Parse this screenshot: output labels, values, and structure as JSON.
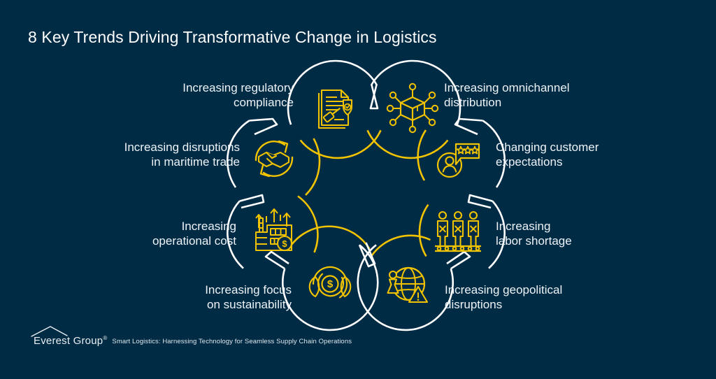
{
  "slide": {
    "title": "8 Key Trends Driving Transformative Change in Logistics",
    "background_color": "#002b45",
    "accent_color": "#f2c300",
    "line_color": "#ffffff",
    "text_color": "#eef3f7"
  },
  "diagram": {
    "type": "circular-cycle",
    "node_count": 8,
    "nodes": [
      {
        "id": "regulatory-compliance",
        "label": "Increasing regulatory\ncompliance",
        "icon": "document-gavel-shield-icon",
        "side": "left",
        "position": "top-left"
      },
      {
        "id": "omnichannel-distribution",
        "label": "Increasing omnichannel\ndistribution",
        "icon": "connected-box-network-icon",
        "side": "right",
        "position": "top-right"
      },
      {
        "id": "customer-expectations",
        "label": "Changing customer\nexpectations",
        "icon": "person-rating-bubble-icon",
        "side": "right",
        "position": "right-upper"
      },
      {
        "id": "labor-shortage",
        "label": "Increasing\nlabor shortage",
        "icon": "three-workers-icon",
        "side": "right",
        "position": "right-lower"
      },
      {
        "id": "geopolitical-disruptions",
        "label": "Increasing geopolitical\ndisruptions",
        "icon": "globe-pawn-warning-icon",
        "side": "right",
        "position": "bottom-right"
      },
      {
        "id": "sustainability-focus",
        "label": "Increasing focus\non sustainability",
        "icon": "dollar-coin-leaves-icon",
        "side": "left",
        "position": "bottom-left"
      },
      {
        "id": "operational-cost",
        "label": "Increasing\noperational cost",
        "icon": "factory-cost-arrows-icon",
        "side": "left",
        "position": "left-lower"
      },
      {
        "id": "maritime-trade-disruptions",
        "label": "Increasing disruptions\nin maritime trade",
        "icon": "handshake-cycle-icon",
        "side": "left",
        "position": "left-upper"
      }
    ]
  },
  "footer": {
    "logo_text": "Everest Group",
    "logo_mark": "mountain-peak-icon",
    "registered_symbol": "®",
    "caption": "Smart Logistics: Harnessing Technology for Seamless Supply Chain Operations"
  }
}
